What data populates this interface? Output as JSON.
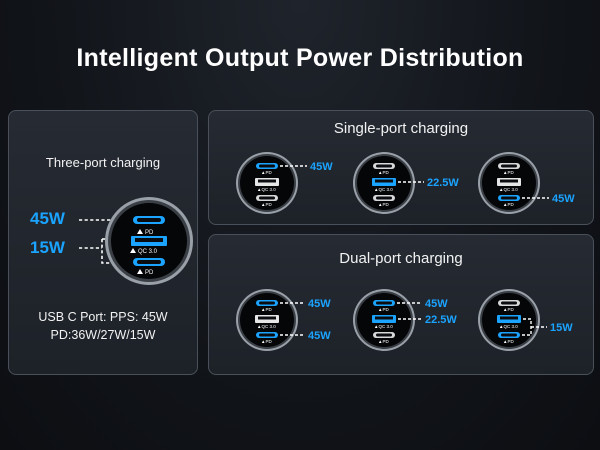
{
  "title": "Intelligent Output Power Distribution",
  "port_tags": {
    "pd": "PD",
    "qc": "QC 3.0"
  },
  "three_port": {
    "title": "Three-port charging",
    "labels": [
      "45W",
      "15W"
    ],
    "spec_line1": "USB C Port: PPS: 45W",
    "spec_line2": "PD:36W/27W/15W"
  },
  "single_port": {
    "title": "Single-port charging",
    "items": [
      {
        "label": "45W",
        "active": "top"
      },
      {
        "label": "22.5W",
        "active": "mid"
      },
      {
        "label": "45W",
        "active": "bot"
      }
    ]
  },
  "dual_port": {
    "title": "Dual-port charging",
    "items": [
      {
        "labels": [
          "45W",
          "45W"
        ],
        "active": [
          "top",
          "bot"
        ]
      },
      {
        "labels": [
          "45W",
          "22.5W"
        ],
        "active": [
          "top",
          "mid"
        ]
      },
      {
        "labels": [
          "15W"
        ],
        "active": [
          "mid",
          "bot"
        ]
      }
    ]
  },
  "colors": {
    "accent": "#1aa3ff",
    "panel_border": "#4a5059",
    "text": "#ffffff"
  }
}
